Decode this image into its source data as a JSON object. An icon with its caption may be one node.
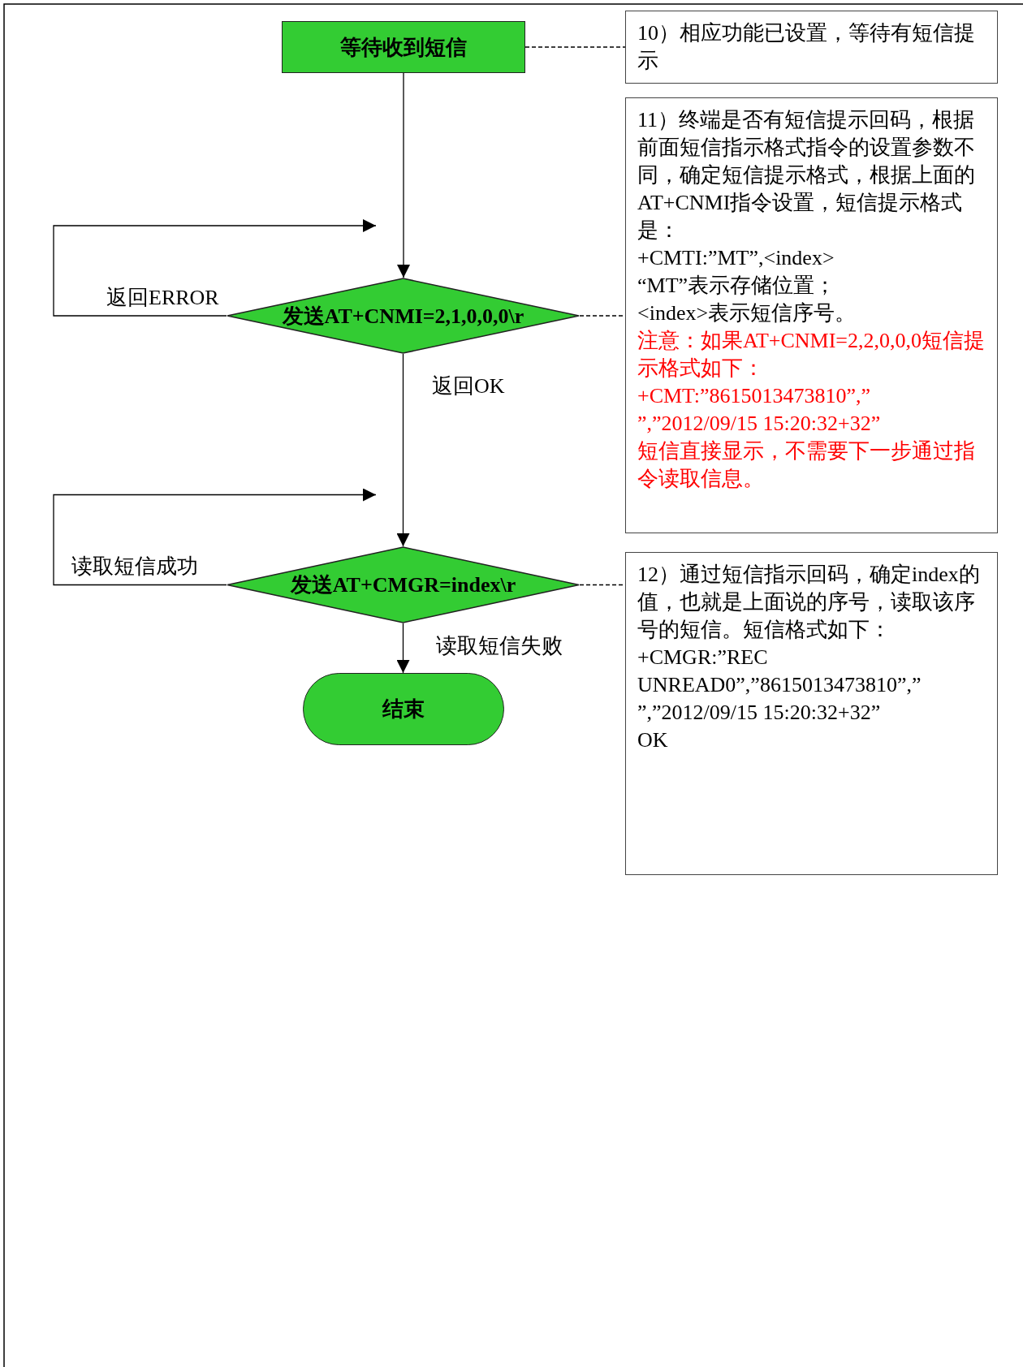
{
  "diagram": {
    "nodes": [
      {
        "text": [
          "等待收到短信"
        ]
      },
      {
        "text": [
          "发送AT+CNMI=2,1,0,0,0\\r"
        ]
      },
      {
        "text": [
          "发送AT+CMGR=index\\r"
        ]
      },
      {
        "text": [
          "结束"
        ]
      },
      {
        "text": [
          "10）相应功能已设置，等待有短信提示"
        ]
      },
      {
        "text": [
          "11）终端是否有短信提示回码，根据前面短信指示格式指令的设置参数不同，确定短信提示格式，根据上面的AT+CNMI指令设置，短信提示格式是：",
          "+CMTI:”MT”,<index>",
          "“MT”表示存储位置；",
          "<index>表示短信序号。",
          "注意：如果AT+CNMI=2,2,0,0,0短信提示格式如下：",
          "+CMT:”8615013473810”,” ”,”2012/09/15 15:20:32+32”",
          "短信直接显示，不需要下一步通过指令读取信息。"
        ]
      },
      {
        "text": [
          "12）通过短信指示回码，确定index的值，也就是上面说的序号，读取该序号的短信。短信格式如下：",
          "+CMGR:”REC UNREAD0”,”8615013473810”,” ”,”2012/09/15 15:20:32+32”",
          "OK"
        ]
      }
    ],
    "edges": [
      {
        "from": 0,
        "to": 1,
        "arrow": "to"
      },
      {
        "from": 1,
        "to": 2,
        "arrow": "to",
        "label": "返回OK"
      },
      {
        "from": 2,
        "to": 3,
        "arrow": "to",
        "label": "读取短信失败"
      },
      {
        "from": 1,
        "to": null,
        "arrow": "to",
        "label": "返回ERROR"
      },
      {
        "from": 2,
        "to": null,
        "arrow": "to",
        "label": "读取短信成功"
      },
      {
        "from": 0,
        "to": 4,
        "arrow": "none",
        "style": "dashed"
      },
      {
        "from": 1,
        "to": 5,
        "arrow": "none",
        "style": "dashed"
      },
      {
        "from": 2,
        "to": 6,
        "arrow": "none",
        "style": "dashed"
      }
    ]
  }
}
